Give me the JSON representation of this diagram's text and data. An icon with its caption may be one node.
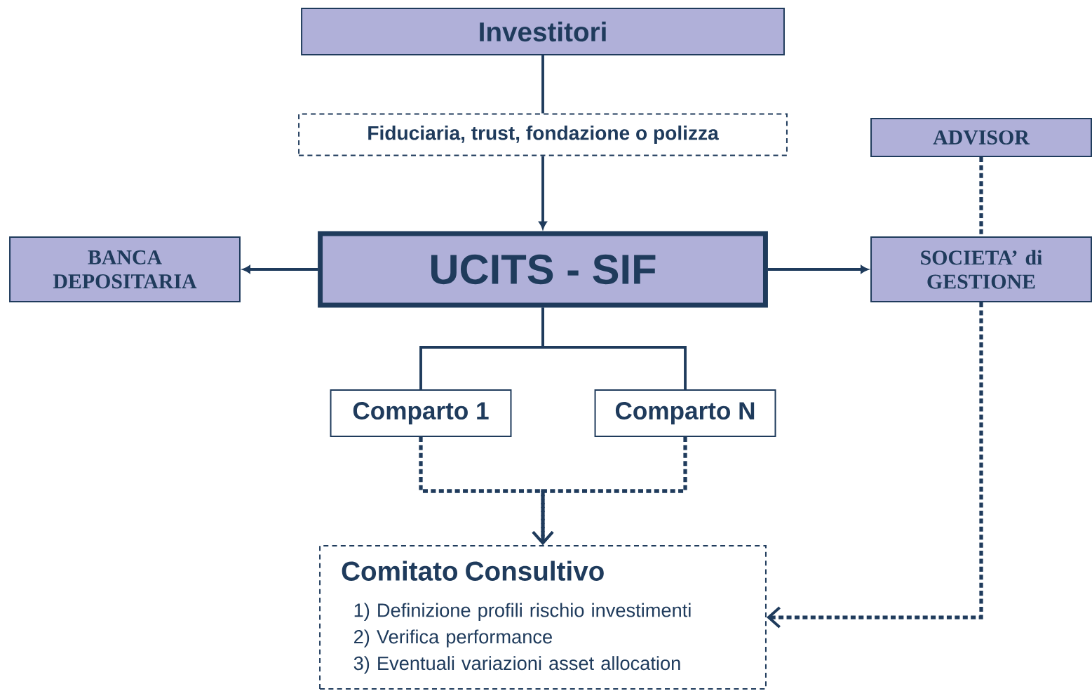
{
  "diagram": {
    "nodes": [
      {
        "text": [
          "Investitori"
        ]
      },
      {
        "text": [
          "Fiduciaria, trust, fondazione o polizza"
        ]
      },
      {
        "text": [
          "UCITS - SIF"
        ]
      },
      {
        "text": [
          "BANCA DEPOSITARIA"
        ]
      },
      {
        "text": [
          "ADVISOR"
        ]
      },
      {
        "text": [
          "SOCIETA’ di GESTIONE"
        ]
      },
      {
        "text": [
          "Comparto 1"
        ]
      },
      {
        "text": [
          "Comparto N"
        ]
      },
      {
        "text": [
          "Comitato Consultivo",
          "1) Definizione profili rischio investimenti",
          "2) Verifica performance",
          "3) Eventuali variazioni asset allocation"
        ]
      }
    ],
    "edges": [
      {
        "from": 0,
        "to": 1,
        "arrow": "none"
      },
      {
        "from": 1,
        "to": 2,
        "arrow": "to"
      },
      {
        "from": 2,
        "to": 3,
        "arrow": "to"
      },
      {
        "from": 2,
        "to": 5,
        "arrow": "to"
      },
      {
        "from": 4,
        "to": 5,
        "arrow": "none",
        "style": "dashed"
      },
      {
        "from": 2,
        "to": 6,
        "arrow": "none"
      },
      {
        "from": 2,
        "to": 7,
        "arrow": "none"
      },
      {
        "from": 6,
        "to": 8,
        "arrow": "to",
        "style": "dashed"
      },
      {
        "from": 7,
        "to": 8,
        "arrow": "to",
        "style": "dashed"
      },
      {
        "from": 5,
        "to": 8,
        "arrow": "to",
        "style": "dashed"
      }
    ]
  }
}
